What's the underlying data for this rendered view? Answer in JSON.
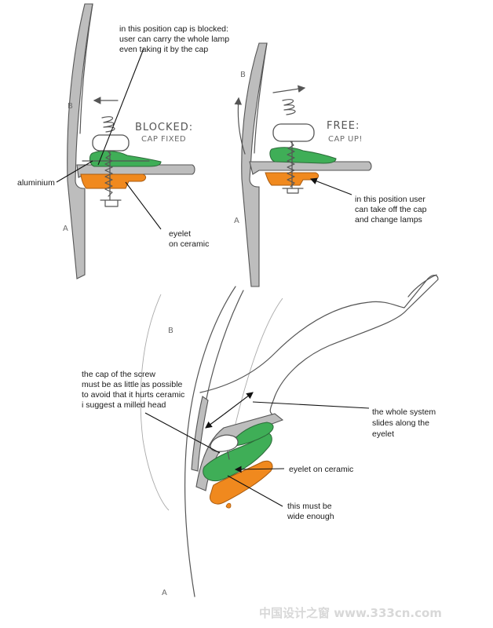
{
  "labels": {
    "blocked_note": [
      "in this position cap is blocked:",
      "user can carry the whole lamp",
      "even taking it by the cap"
    ],
    "aluminium": "aluminium",
    "eyelet_ceramic_top": [
      "eyelet",
      "on ceramic"
    ],
    "user_change_lamps": [
      "in this position user",
      "can take off the cap",
      "and change lamps"
    ],
    "cap_screw_note": [
      "the cap of the screw",
      "must be as little as possible",
      "to avoid that it hurts ceramic",
      "i suggest a milled head"
    ],
    "whole_system": [
      "the whole system",
      "slides along the",
      "eyelet"
    ],
    "eyelet_ceramic_bottom": "eyelet on ceramic",
    "wide_enough": [
      "this must be",
      "wide enough"
    ]
  },
  "handwriting": {
    "blocked": [
      "BLOCKED:",
      "CAP FIXED"
    ],
    "free": [
      "FREE:",
      "CAP UP!"
    ],
    "side_b": "B",
    "side_a": "A"
  },
  "watermark": "中国设计之窗 www.333cn.com",
  "colors": {
    "green": "#3fae57",
    "orange": "#f0891e",
    "hatch": "#bdbdbd",
    "ink": "#555555"
  }
}
